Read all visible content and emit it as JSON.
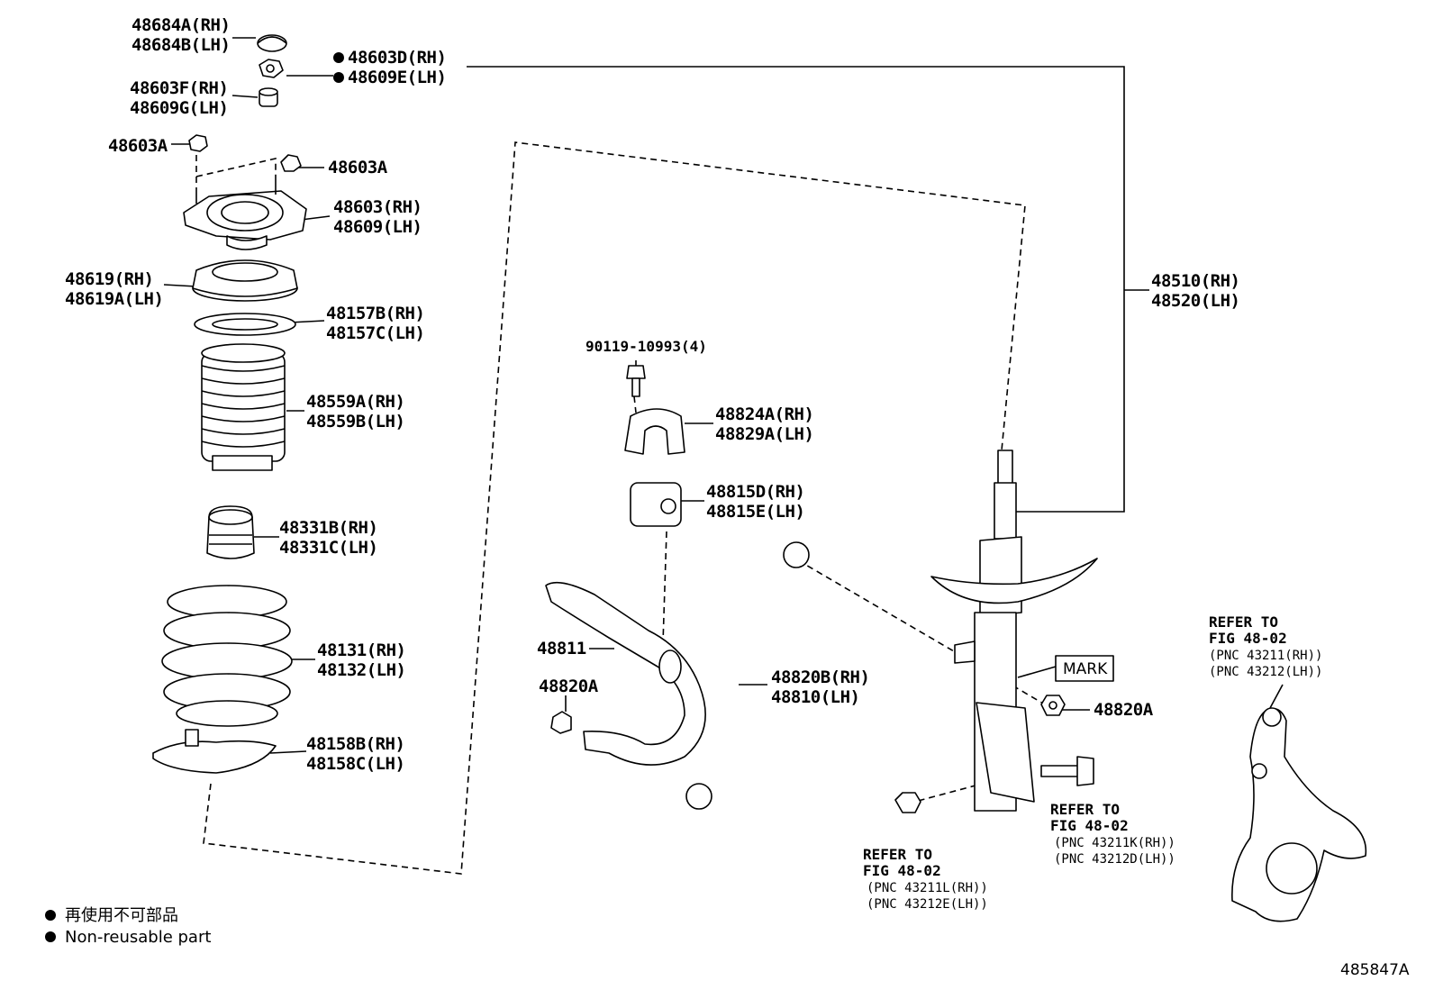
{
  "labels": {
    "c48684": [
      "48684A(RH)",
      "48684B(LH)"
    ],
    "c48603d": [
      "48603D(RH)",
      "48609E(LH)"
    ],
    "c48603f": [
      "48603F(RH)",
      "48609G(LH)"
    ],
    "c48603a_1": "48603A",
    "c48603a_2": "48603A",
    "c48603": [
      "48603(RH)",
      "48609(LH)"
    ],
    "c48619": [
      "48619(RH)",
      "48619A(LH)"
    ],
    "c48157": [
      "48157B(RH)",
      "48157C(LH)"
    ],
    "c48559": [
      "48559A(RH)",
      "48559B(LH)"
    ],
    "c48331": [
      "48331B(RH)",
      "48331C(LH)"
    ],
    "c48131": [
      "48131(RH)",
      "48132(LH)"
    ],
    "c48158": [
      "48158B(RH)",
      "48158C(LH)"
    ],
    "c90119": "90119-10993(4)",
    "c48824": [
      "48824A(RH)",
      "48829A(LH)"
    ],
    "c48815": [
      "48815D(RH)",
      "48815E(LH)"
    ],
    "c48811": "48811",
    "c48820a_left": "48820A",
    "c48820b": [
      "48820B(RH)",
      "48810(LH)"
    ],
    "c48510": [
      "48510(RH)",
      "48520(LH)"
    ],
    "mark": "MARK",
    "c48820a_right": "48820A"
  },
  "refers": {
    "knuckle": [
      "REFER TO",
      "FIG 48-02",
      "(PNC 43211(RH))",
      "(PNC 43212(LH))"
    ],
    "bolt": [
      "REFER TO",
      "FIG 48-02",
      "(PNC 43211K(RH))",
      "(PNC 43212D(LH))"
    ],
    "nut": [
      "REFER TO",
      "FIG 48-02",
      "(PNC 43211L(RH))",
      "(PNC 43212E(LH))"
    ]
  },
  "legend": {
    "line1": "再使用不可部品",
    "line2": "Non-reusable part"
  },
  "diagram_number": "485847A"
}
